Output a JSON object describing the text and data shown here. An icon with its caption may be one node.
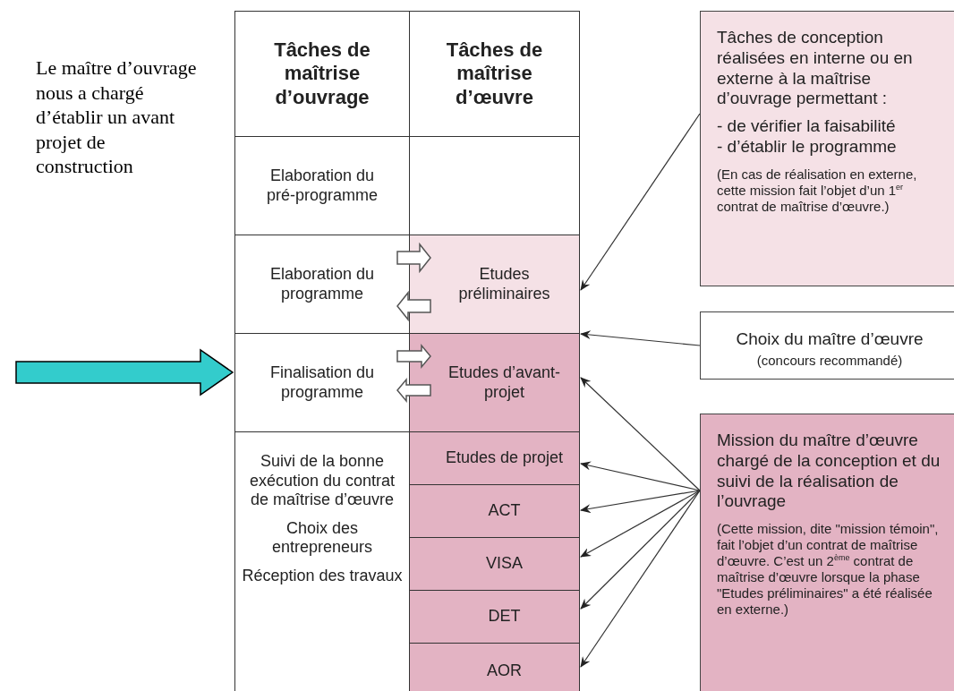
{
  "diagram": {
    "nodes": [
      {
        "text": [
          "Tâches de maîtrise d’ouvrage"
        ]
      },
      {
        "text": [
          "Tâches de maîtrise d’œuvre"
        ]
      },
      {
        "text": [
          "Elaboration du pré-programme"
        ]
      },
      {
        "text": [],
        "shape": "box"
      },
      {
        "text": [
          "Elaboration du programme"
        ]
      },
      {
        "text": [
          "Etudes préliminaires"
        ]
      },
      {
        "text": [
          "Finalisation du programme"
        ]
      },
      {
        "text": [
          "Etudes d’avant-projet"
        ]
      },
      {
        "text": [
          "Suivi de la bonne exécution du contrat de maîtrise d’œuvre",
          "Choix des entrepreneurs",
          "Réception des travaux"
        ]
      },
      {
        "text": [
          "Etudes de projet"
        ]
      },
      {
        "text": [
          "ACT"
        ]
      },
      {
        "text": [
          "VISA"
        ]
      },
      {
        "text": [
          "DET"
        ]
      },
      {
        "text": [
          "AOR"
        ]
      },
      {
        "text": [
          "Tâches de conception réalisées en interne ou en externe à la maîtrise d’ouvrage permettant :",
          "- de vérifier la faisabilité",
          "- d’établir le programme",
          "(En cas de réalisation en externe, cette mission fait l’objet d’un 1$^{er}$ contrat de maîtrise d’œuvre.)"
        ]
      },
      {
        "text": [
          "Choix du maître d’œuvre",
          "(concours recommandé)"
        ]
      },
      {
        "text": [
          "Mission du maître d’œuvre chargé de la conception et du suivi de la réalisation de l’ouvrage",
          "(Cette mission, dite \"mission témoin\", fait l’objet d’un contrat de maîtrise d’œuvre. C’est un 2$^{ème}$ contrat de maîtrise d’œuvre lorsque la phase \"Etudes préliminaires\" a été réalisée en externe.)"
        ]
      }
    ],
    "edges": [
      {
        "from": null,
        "to": 6,
        "arrow": "to",
        "style": "thick",
        "color": "#33cccc"
      },
      {
        "from": 4,
        "to": 5,
        "arrow": "to",
        "style": "thick"
      },
      {
        "from": 5,
        "to": 4,
        "arrow": "to",
        "style": "thick"
      },
      {
        "from": 6,
        "to": 7,
        "arrow": "to",
        "style": "thick"
      },
      {
        "from": 7,
        "to": 6,
        "arrow": "to",
        "style": "thick"
      },
      {
        "from": 14,
        "to": 5,
        "arrow": "to"
      },
      {
        "from": 15,
        "to": 7,
        "arrow": "to"
      },
      {
        "from": 16,
        "to": 7,
        "arrow": "to"
      },
      {
        "from": 16,
        "to": 9,
        "arrow": "to"
      },
      {
        "from": 16,
        "to": 10,
        "arrow": "to"
      },
      {
        "from": 16,
        "to": 11,
        "arrow": "to"
      },
      {
        "from": 16,
        "to": 12,
        "arrow": "to"
      },
      {
        "from": 16,
        "to": 13,
        "arrow": "to"
      }
    ],
    "labels": [
      "Le maître d’ouvrage nous a chargé d’établir un avant projet de construction"
    ]
  }
}
